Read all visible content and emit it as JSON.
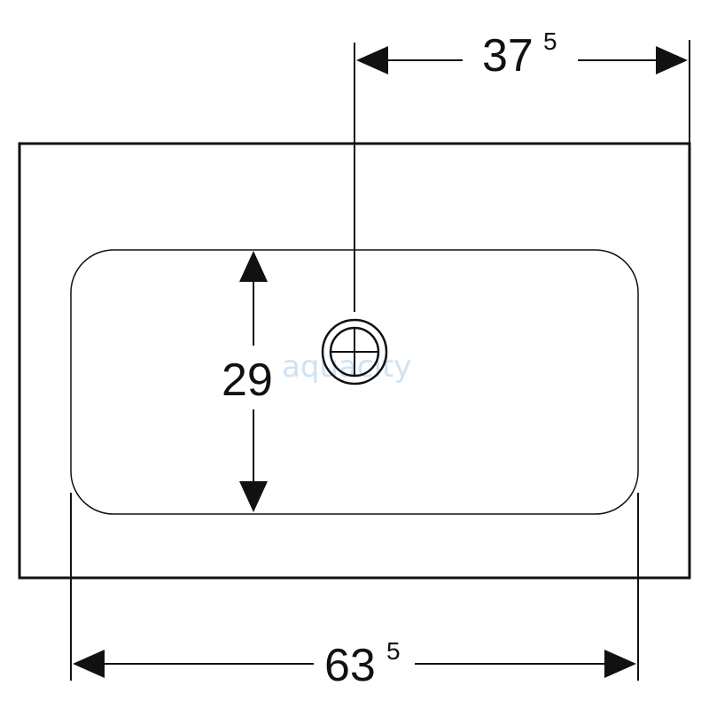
{
  "dimensions": {
    "drain_offset": {
      "value": "37",
      "superscript": "5"
    },
    "bowl_depth": {
      "value": "29"
    },
    "bowl_width": {
      "value": "63",
      "superscript": "5"
    }
  },
  "watermark": {
    "text": "aquacity"
  },
  "colors": {
    "line": "#111111",
    "watermark": "#cfe3f3"
  }
}
